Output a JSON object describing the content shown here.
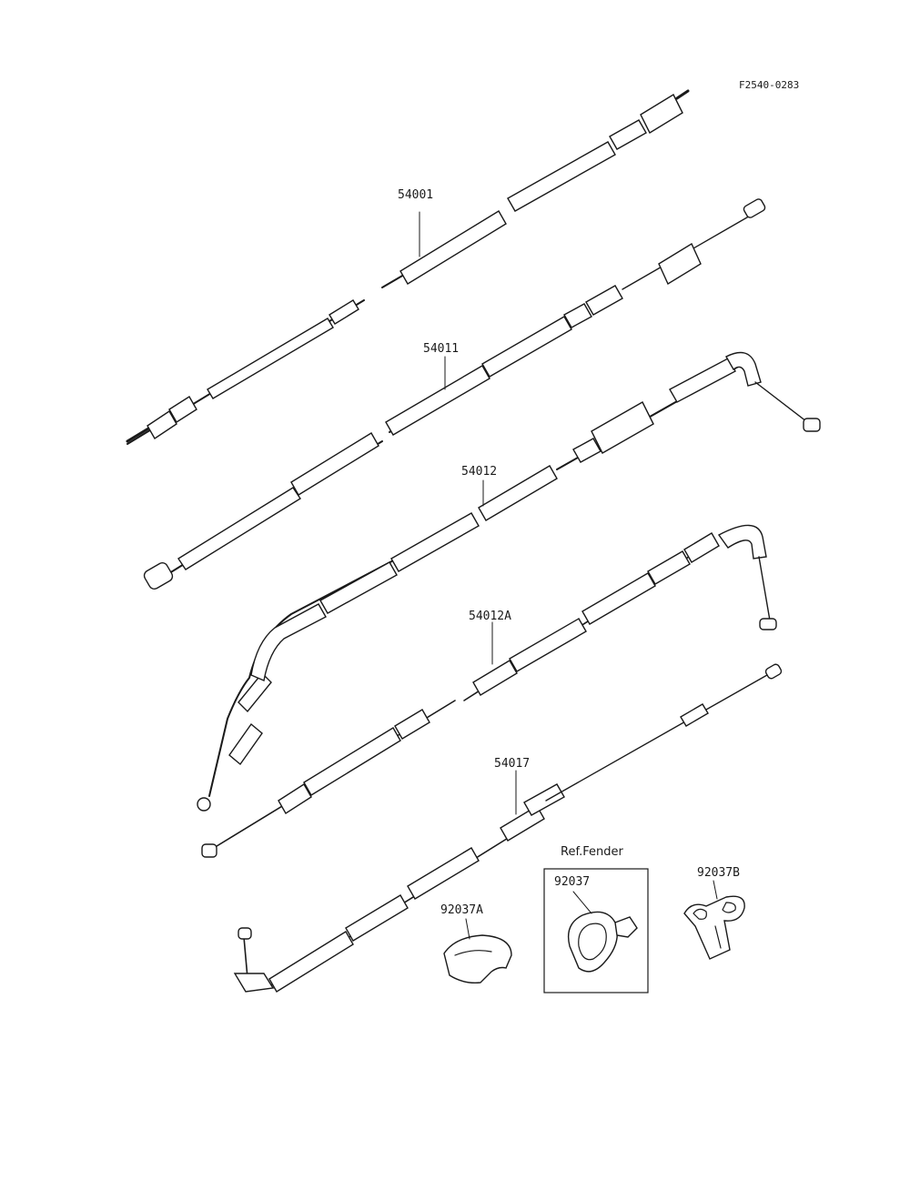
{
  "diagram_code": "F2540-0283",
  "parts": {
    "p54001": "54001",
    "p54011": "54011",
    "p54012": "54012",
    "p54012A": "54012A",
    "p54017": "54017",
    "p92037A": "92037A",
    "p92037": "92037",
    "p92037B": "92037B"
  },
  "ref_box_label": "Ref.Fender"
}
